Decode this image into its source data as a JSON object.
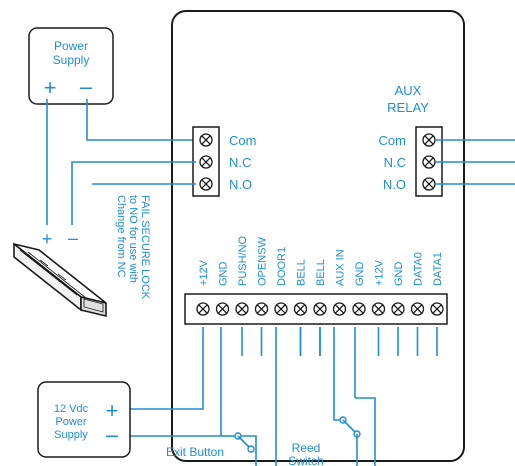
{
  "power_supply": {
    "line1": "Power",
    "line2": "Supply",
    "plus": "+",
    "minus": "–"
  },
  "lock": {
    "plus": "+",
    "minus": "–"
  },
  "lock_note": [
    "Change from NC",
    "to NO for use with",
    "FAIL SECURE LOCK"
  ],
  "main_relay": {
    "terminals": [
      "Com",
      "N.C",
      "N.O"
    ]
  },
  "aux_relay": {
    "title_line1": "AUX",
    "title_line2": "RELAY",
    "terminals": [
      "Com",
      "N.C",
      "N.O"
    ]
  },
  "bottom_terminals": [
    "+12V",
    "GND",
    "PUSH/NO",
    "OPENSW",
    "DOOR1",
    "BELL",
    "BELL",
    "AUX IN",
    "GND",
    "+12V",
    "GND",
    "DATA0",
    "DATA1"
  ],
  "supply12": {
    "line1": "12 Vdc",
    "line2": "Power",
    "line3": "Supply",
    "plus": "+",
    "minus": "–"
  },
  "exit_button": "Exit Button",
  "reed_switch": {
    "line1": "Reed",
    "line2": "Switch"
  },
  "colors": {
    "accent": "#1f8fd1",
    "outline": "#1a1a1a"
  }
}
